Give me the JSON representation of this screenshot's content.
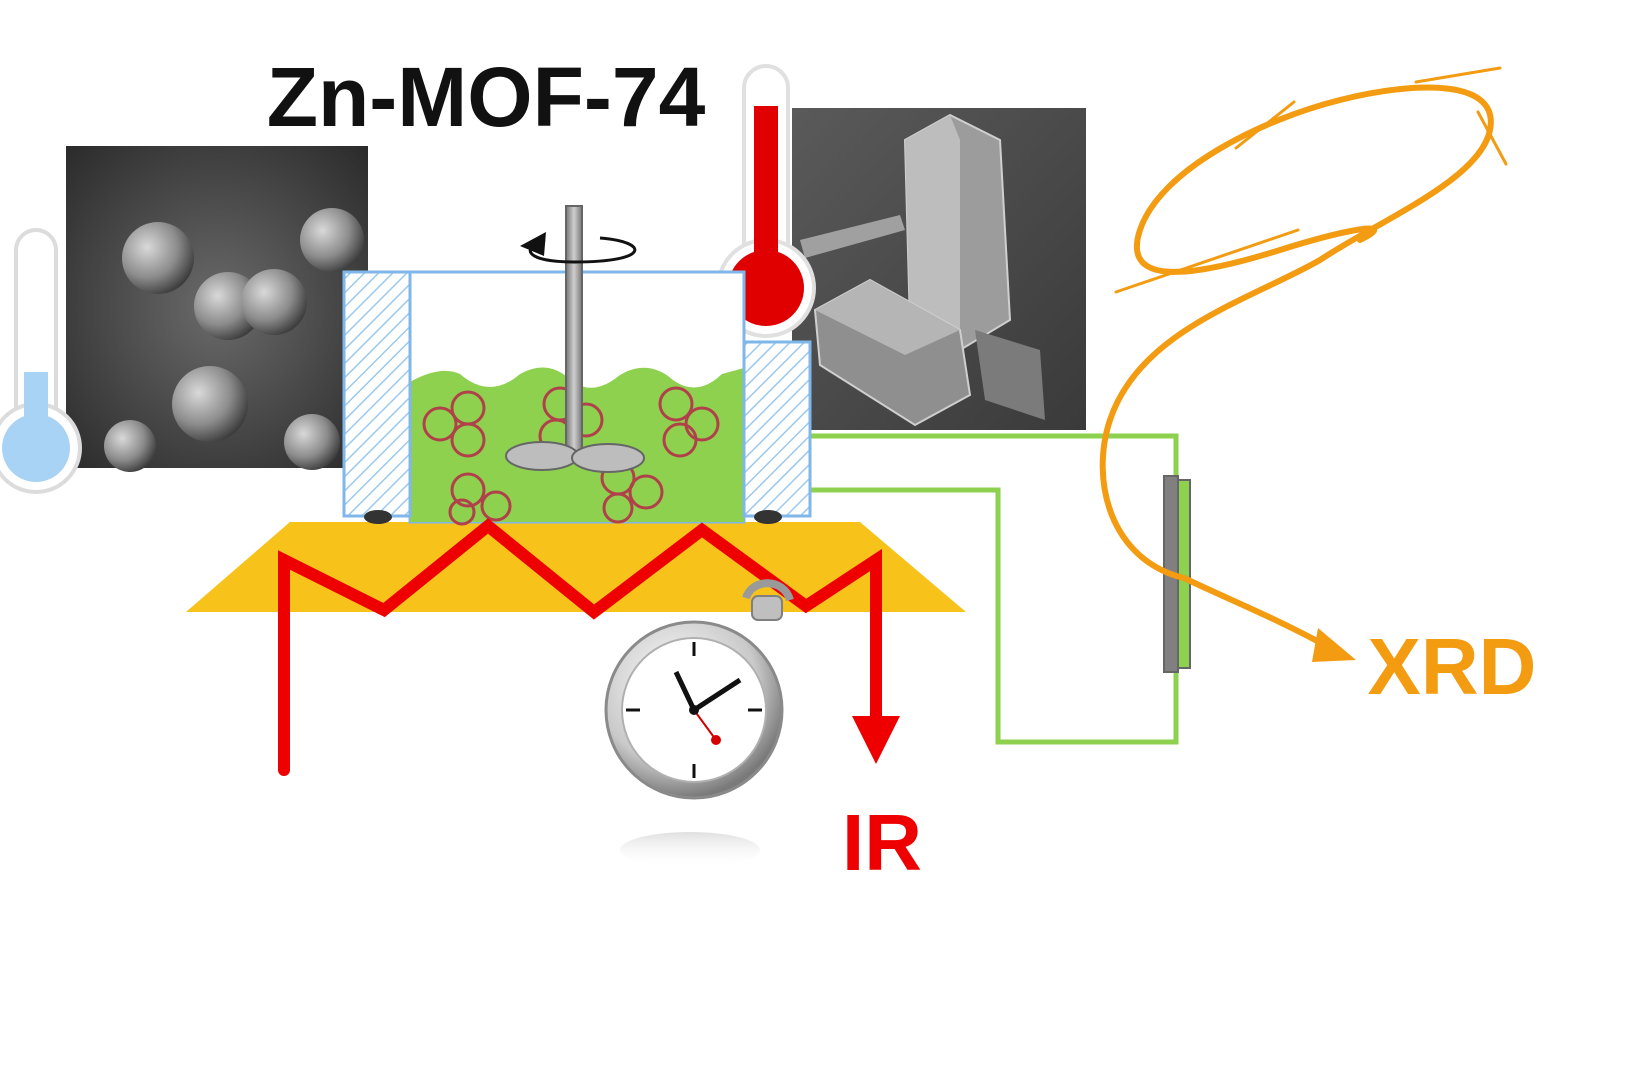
{
  "title": "Zn-MOF-74",
  "labels": {
    "ir": "IR",
    "xrd": "XRD"
  },
  "colors": {
    "title": "#111111",
    "ir": "#ee0000",
    "xrd": "#f39c12",
    "liquid": "#8ed14f",
    "heater": "#f7c21a",
    "cold_thermometer": "#a9d3f5",
    "hot_thermometer": "#e00000",
    "cell_outline": "#7fb7ea",
    "mof_crystal": "#b0414a"
  },
  "icons": {
    "cold": "thermometer-cold-icon",
    "hot": "thermometer-hot-icon",
    "time": "stopwatch-icon",
    "stirrer": "rotation-arrow-icon"
  }
}
